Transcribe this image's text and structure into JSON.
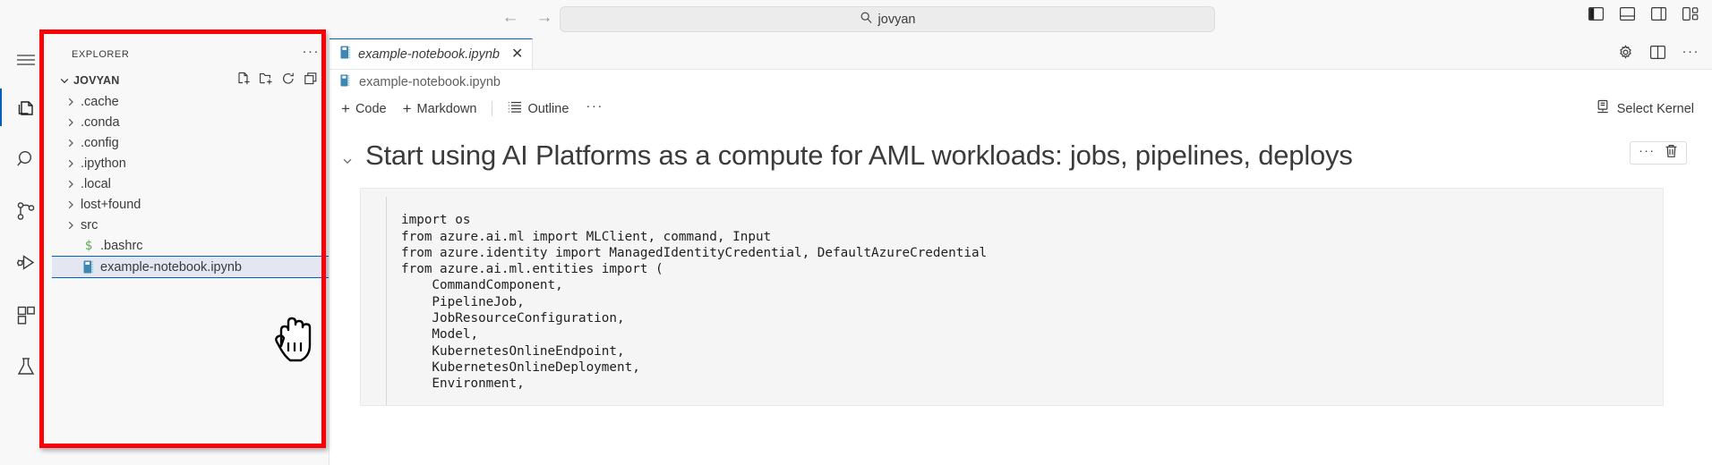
{
  "titlebar": {
    "back_icon": "arrow-left-icon",
    "forward_icon": "arrow-right-icon",
    "back_glyph": "←",
    "forward_glyph": "→",
    "search_icon": "search-icon",
    "query": "jovyan",
    "layout_icons": [
      "toggle-primary-sidebar-icon",
      "toggle-panel-icon",
      "toggle-secondary-sidebar-icon",
      "customize-layout-icon"
    ]
  },
  "activitybar": {
    "items": [
      {
        "name": "menu-icon",
        "label": "Menu",
        "active": false
      },
      {
        "name": "explorer-icon",
        "label": "Explorer",
        "active": true
      },
      {
        "name": "search-icon",
        "label": "Search",
        "active": false
      },
      {
        "name": "source-control-icon",
        "label": "Source Control",
        "active": false
      },
      {
        "name": "run-and-debug-icon",
        "label": "Run and Debug",
        "active": false
      },
      {
        "name": "extensions-icon",
        "label": "Extensions",
        "active": false
      },
      {
        "name": "testing-flask-icon",
        "label": "Testing",
        "active": false
      }
    ]
  },
  "sidebar": {
    "title": "EXPLORER",
    "more_actions_glyph": "···",
    "section": {
      "label": "JOVYAN",
      "expanded": true,
      "actions": [
        "new-file-icon",
        "new-folder-icon",
        "refresh-explorer-icon",
        "collapse-folders-icon"
      ]
    },
    "files": [
      {
        "label": ".cache",
        "type": "folder",
        "expanded": false,
        "selected": false
      },
      {
        "label": ".conda",
        "type": "folder",
        "expanded": false,
        "selected": false
      },
      {
        "label": ".config",
        "type": "folder",
        "expanded": false,
        "selected": false
      },
      {
        "label": ".ipython",
        "type": "folder",
        "expanded": false,
        "selected": false
      },
      {
        "label": ".local",
        "type": "folder",
        "expanded": false,
        "selected": false
      },
      {
        "label": "lost+found",
        "type": "folder",
        "expanded": false,
        "selected": false
      },
      {
        "label": "src",
        "type": "folder",
        "expanded": false,
        "selected": false
      },
      {
        "label": ".bashrc",
        "type": "shell-file",
        "expanded": false,
        "selected": false
      },
      {
        "label": "example-notebook.ipynb",
        "type": "notebook-file",
        "expanded": false,
        "selected": true
      }
    ]
  },
  "editor": {
    "tab": {
      "label": "example-notebook.ipynb",
      "icon": "notebook-icon",
      "close_glyph": "✕",
      "preview_italic": true
    },
    "tab_actions": [
      "settings-gear-icon",
      "split-editor-icon",
      "more-actions-icon"
    ],
    "tab_actions_dots_glyph": "···",
    "breadcrumb": {
      "icon": "notebook-icon",
      "label": "example-notebook.ipynb"
    },
    "notebook_toolbar": {
      "add_code_label": "Code",
      "add_markdown_label": "Markdown",
      "outline_label": "Outline",
      "plus_glyph": "+",
      "more_glyph": "···",
      "kernel_label": "Select Kernel",
      "kernel_icon": "kernel-server-icon"
    },
    "cell_toolbar": {
      "more_glyph": "···",
      "delete_icon": "trash-icon"
    },
    "markdown_cell": {
      "collapse_glyph": "⌄",
      "heading": "Start using AI Platforms as a compute for AML workloads: jobs, pipelines, deploys"
    },
    "code_cell": {
      "language": "python",
      "source": "import os\nfrom azure.ai.ml import MLClient, command, Input\nfrom azure.identity import ManagedIdentityCredential, DefaultAzureCredential\nfrom azure.ai.ml.entities import (\n    CommandComponent,\n    PipelineJob,\n    JobResourceConfiguration,\n    Model,\n    KubernetesOnlineEndpoint,\n    KubernetesOnlineDeployment,\n    Environment,"
    }
  },
  "annotation": {
    "highlight_color": "#fb0007",
    "target": "explorer-panel"
  },
  "cursor": {
    "type": "pointing-hand-cursor"
  }
}
